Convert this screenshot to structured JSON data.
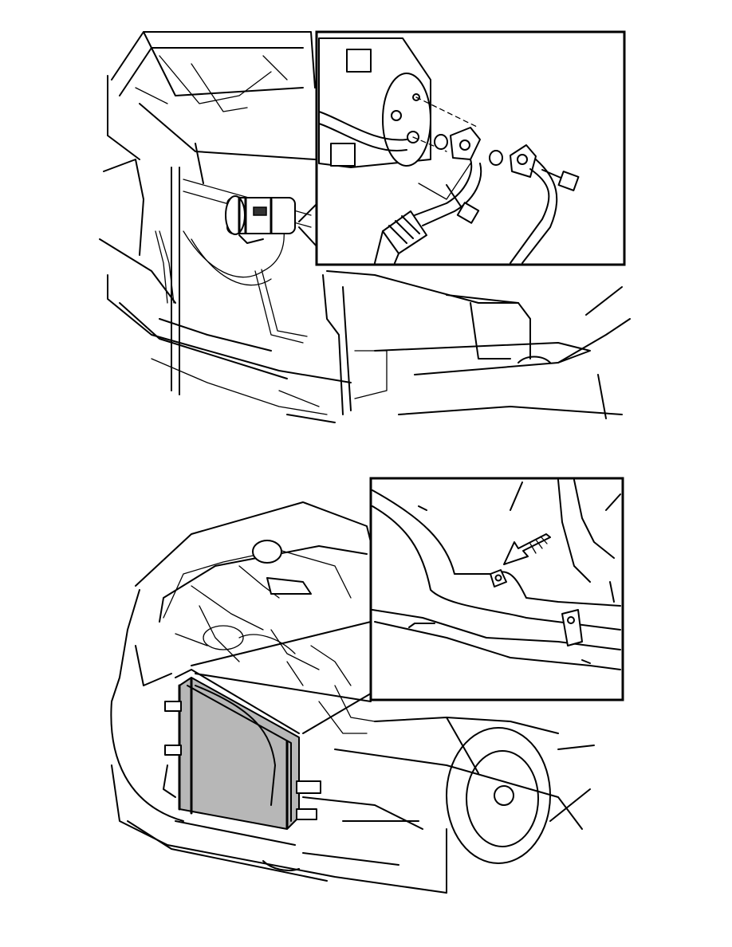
{
  "figures": [
    {
      "id": "top",
      "inset": {
        "kind": "detail-view",
        "parts": [
          "receiver-drier",
          "o-ring",
          "bolt"
        ]
      }
    },
    {
      "id": "bottom",
      "inset": {
        "kind": "detail-view",
        "parts": [
          "arrow",
          "bracket"
        ]
      }
    }
  ],
  "colors": {
    "line": "#000000",
    "highlight": "#b7b7b7",
    "background": "#ffffff"
  }
}
